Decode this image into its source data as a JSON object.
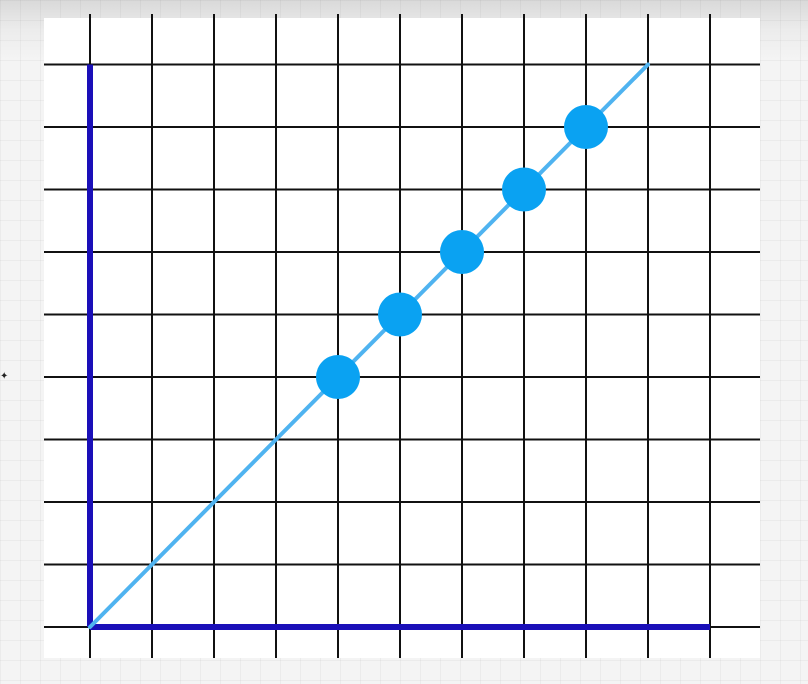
{
  "chart_data": {
    "type": "scatter",
    "title": "",
    "xlabel": "",
    "ylabel": "",
    "xlim": [
      0,
      10
    ],
    "ylim": [
      0,
      9
    ],
    "grid": true,
    "x_ticks": [
      0,
      1,
      2,
      3,
      4,
      5,
      6,
      7,
      8,
      9,
      10
    ],
    "y_ticks": [
      0,
      1,
      2,
      3,
      4,
      5,
      6,
      7,
      8,
      9
    ],
    "trend_line": {
      "from": [
        0,
        0
      ],
      "to": [
        9,
        9
      ]
    },
    "points": [
      {
        "x": 4,
        "y": 4
      },
      {
        "x": 5,
        "y": 5
      },
      {
        "x": 6,
        "y": 6
      },
      {
        "x": 7,
        "y": 7
      },
      {
        "x": 8,
        "y": 8
      }
    ],
    "colors": {
      "axis": "#1a0fb8",
      "grid": "#111111",
      "line": "#4fb3f0",
      "point": "#0aa2f2",
      "background": "#ffffff"
    }
  },
  "cursor_icon": "cursor-icon"
}
